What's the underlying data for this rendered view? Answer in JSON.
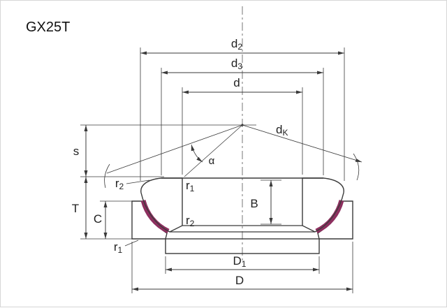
{
  "title": "GX25T",
  "dimensions": {
    "d2": {
      "base": "d",
      "sub": "2"
    },
    "d3": {
      "base": "d",
      "sub": "3"
    },
    "d": "d",
    "dK": {
      "base": "d",
      "sub": "K"
    },
    "s": "s",
    "alpha": "α",
    "r2_outer_top": {
      "base": "r",
      "sub": "2"
    },
    "r1_bore_top": {
      "base": "r",
      "sub": "1"
    },
    "r2_bore_bottom": {
      "base": "r",
      "sub": "2"
    },
    "B": "B",
    "T": "T",
    "C": "C",
    "r1_outer_bottom": {
      "base": "r",
      "sub": "1"
    },
    "D1": {
      "base": "D",
      "sub": "1"
    },
    "D": "D"
  },
  "colors": {
    "line": "#3a3a3a",
    "sliding_surface": "#8d2f5f",
    "background": "#ffffff"
  }
}
